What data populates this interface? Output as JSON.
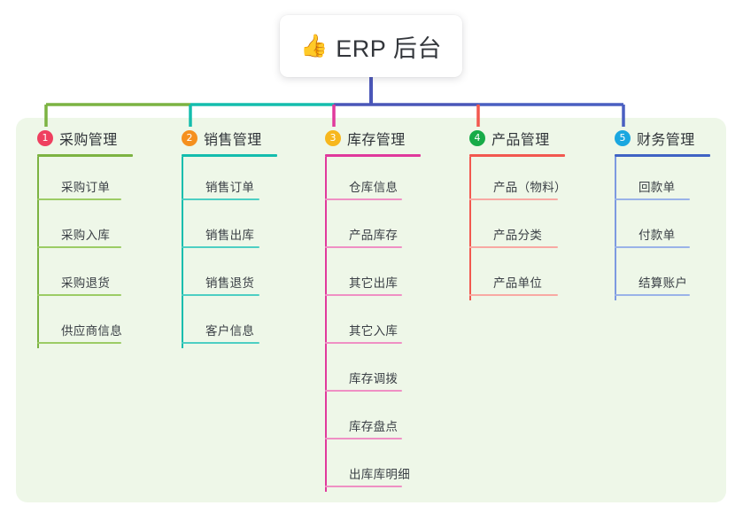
{
  "root": {
    "emoji": "👍",
    "emoji_name": "thumbs-up-icon",
    "title": "ERP 后台"
  },
  "theme": {
    "page_bg": "#ffffff",
    "panel_bg": "#eef7e8",
    "card_bg": "#ffffff",
    "text": "#3a3f45",
    "stem": "#4a56b8"
  },
  "columns": [
    {
      "index": "1",
      "title": "采购管理",
      "badge_color": "#ef4060",
      "rule_color": "#7cb342",
      "spine_color": "#7cb342",
      "leaf_rule_color": "#9ccc65",
      "connector_color": "#7cb342",
      "items": [
        "采购订单",
        "采购入库",
        "采购退货",
        "供应商信息"
      ]
    },
    {
      "index": "2",
      "title": "销售管理",
      "badge_color": "#f5901e",
      "rule_color": "#14bdad",
      "spine_color": "#14bdad",
      "leaf_rule_color": "#4dcfc3",
      "connector_color": "#14bdad",
      "items": [
        "销售订单",
        "销售出库",
        "销售退货",
        "客户信息"
      ]
    },
    {
      "index": "3",
      "title": "库存管理",
      "badge_color": "#f7b71d",
      "rule_color": "#e0399c",
      "spine_color": "#e0399c",
      "leaf_rule_color": "#ef90c4",
      "connector_color": "#e0399c",
      "items": [
        "仓库信息",
        "产品库存",
        "其它出库",
        "其它入库",
        "库存调拨",
        "库存盘点",
        "出库库明细"
      ]
    },
    {
      "index": "4",
      "title": "产品管理",
      "badge_color": "#17ab48",
      "rule_color": "#f2584f",
      "spine_color": "#f2584f",
      "leaf_rule_color": "#f8a9a3",
      "connector_color": "#f2584f",
      "items": [
        "产品（物料）",
        "产品分类",
        "产品单位"
      ]
    },
    {
      "index": "5",
      "title": "财务管理",
      "badge_color": "#1aa7e0",
      "rule_color": "#3f63c4",
      "spine_color": "#7d9ae0",
      "leaf_rule_color": "#9ab3e8",
      "connector_color": "#4a5fc1",
      "items": [
        "回款单",
        "付款单",
        "结算账户"
      ]
    }
  ]
}
